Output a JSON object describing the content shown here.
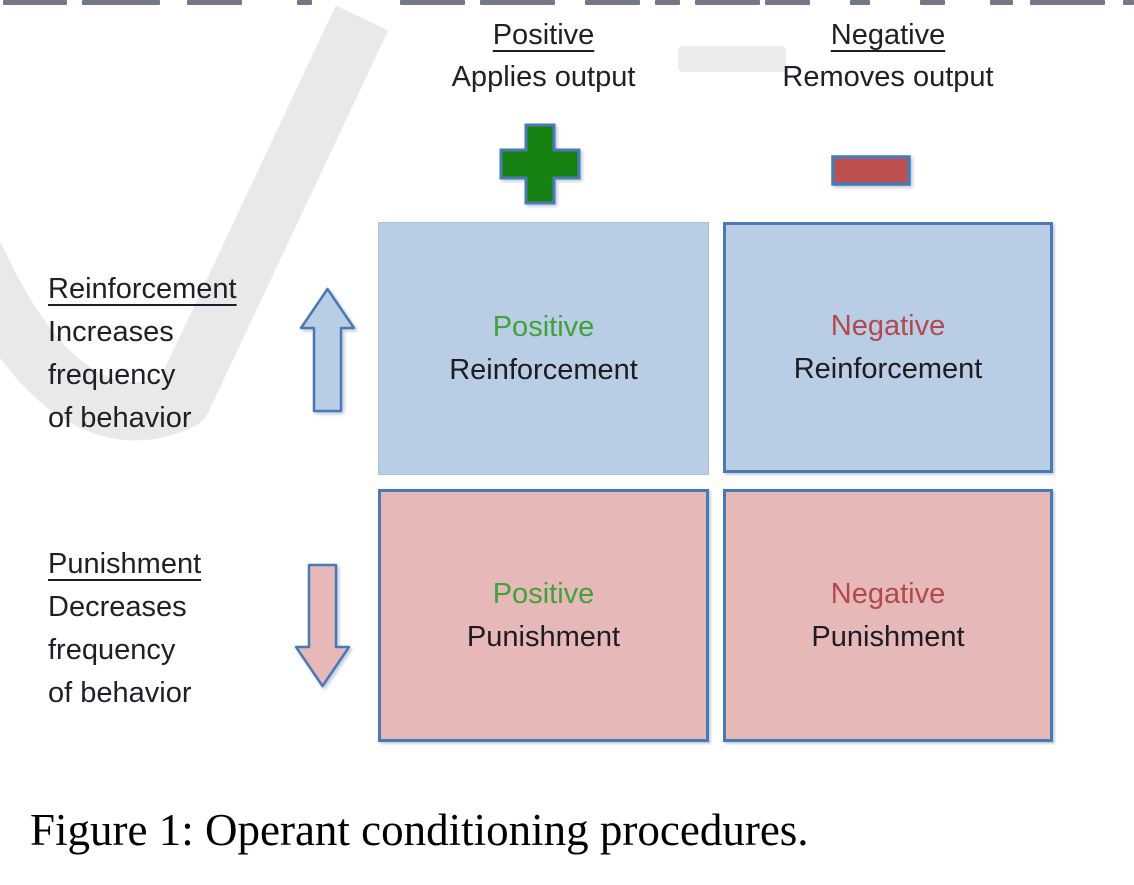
{
  "figure": {
    "caption": "Figure 1: Operant conditioning procedures.",
    "columns": [
      {
        "title": "Positive",
        "subtitle": "Applies output",
        "symbol": "plus"
      },
      {
        "title": "Negative",
        "subtitle": "Removes output",
        "symbol": "minus"
      }
    ],
    "rows": [
      {
        "title": "Reinforcement",
        "lines": [
          "Increases",
          "frequency",
          "of behavior"
        ],
        "arrow": "up"
      },
      {
        "title": "Punishment",
        "lines": [
          "Decreases",
          "frequency",
          "of behavior"
        ],
        "arrow": "down"
      }
    ],
    "cells": [
      {
        "line1": "Positive",
        "line2": "Reinforcement"
      },
      {
        "line1": "Negative",
        "line2": "Reinforcement"
      },
      {
        "line1": "Positive",
        "line2": "Punishment"
      },
      {
        "line1": "Negative",
        "line2": "Punishment"
      }
    ]
  },
  "colors": {
    "reinforcement_cell_fill": "#b9cde4",
    "punishment_cell_fill": "#e6b9b8",
    "shape_border_blue": "#4a7ab5",
    "plus_green": "#178212",
    "minus_red": "#c0504d",
    "positive_word_green": "#3fa33a",
    "negative_word_red": "#b04a4e",
    "body_text": "#1f1f27",
    "caption_text": "#000000",
    "watermark_gray": "#e9e9e9"
  }
}
